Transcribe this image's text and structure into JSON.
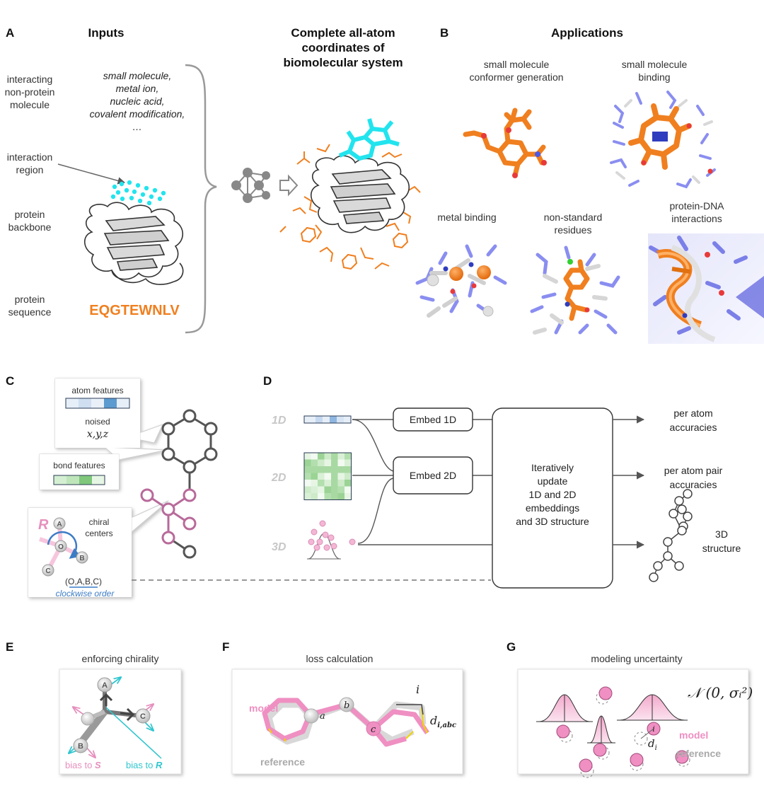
{
  "panels": {
    "A": {
      "letter": "A",
      "inputs_title": "Inputs",
      "output_title_1": "Complete all-atom",
      "output_title_2": "coordinates of",
      "output_title_3": "biomolecular system",
      "row_labels": {
        "interacting_1": "interacting",
        "interacting_2": "non-protein",
        "interacting_3": "molecule",
        "region_1": "interaction",
        "region_2": "region",
        "backbone_1": "protein",
        "backbone_2": "backbone",
        "sequence_1": "protein",
        "sequence_2": "sequence"
      },
      "molecule_types": [
        "small molecule,",
        "metal ion,",
        "nucleic acid,",
        "covalent modification,",
        "…"
      ],
      "sequence": "EQGTEWNLV"
    },
    "B": {
      "letter": "B",
      "title": "Applications",
      "apps": {
        "conformer_1": "small molecule",
        "conformer_2": "conformer generation",
        "binding_1": "small molecule",
        "binding_2": "binding",
        "metal": "metal binding",
        "nonstd_1": "non-standard",
        "nonstd_2": "residues",
        "dna": "protein-DNA",
        "dna_2": "interactions"
      }
    },
    "C": {
      "letter": "C",
      "atom_features": "atom features",
      "noised": "noised",
      "xyz": "x,y,z",
      "bond_features": "bond features",
      "chiral_1": "chiral",
      "chiral_2": "centers",
      "r_label": "R",
      "atoms": [
        "A",
        "O",
        "B",
        "C"
      ],
      "tuple": "(O,A,B,C)",
      "order": "clockwise order"
    },
    "D": {
      "letter": "D",
      "dims": [
        "1D",
        "2D",
        "3D"
      ],
      "embed_1d": "Embed 1D",
      "embed_2d": "Embed 2D",
      "center_1": "Iteratively",
      "center_2": "update",
      "center_3": "1D and 2D",
      "center_4": "embeddings",
      "center_5": "and 3D structure",
      "out_1a": "per atom",
      "out_1b": "accuracies",
      "out_2a": "per atom pair",
      "out_2b": "accuracies",
      "out_3a": "3D",
      "out_3b": "structure"
    },
    "E": {
      "letter": "E",
      "title": "enforcing chirality",
      "atoms": [
        "A",
        "B",
        "C"
      ],
      "bias_s": "bias to",
      "bias_s_letter": "S",
      "bias_r": "bias to",
      "bias_r_letter": "R"
    },
    "F": {
      "letter": "F",
      "title": "loss calculation",
      "model": "model",
      "reference": "reference",
      "atoms": [
        "a",
        "b",
        "c"
      ],
      "i_label": "i",
      "d_label": "d",
      "d_sub": "i,abc"
    },
    "G": {
      "letter": "G",
      "title": "modeling uncertainty",
      "normal": "𝒩 (0, σᵢ²)",
      "i_label": "i",
      "d_label": "d",
      "d_sub": "i",
      "model": "model",
      "reference": "reference"
    }
  },
  "colors": {
    "orange": "#f07f1f",
    "cyan": "#22e4ee",
    "pink": "#e68fbd",
    "pink_light": "#f6c6dd",
    "violet": "#7b7fe8",
    "blue_arrow": "#3c7cc6",
    "teal_arrow": "#2fc6cf",
    "gray": "#6b6b6b"
  }
}
